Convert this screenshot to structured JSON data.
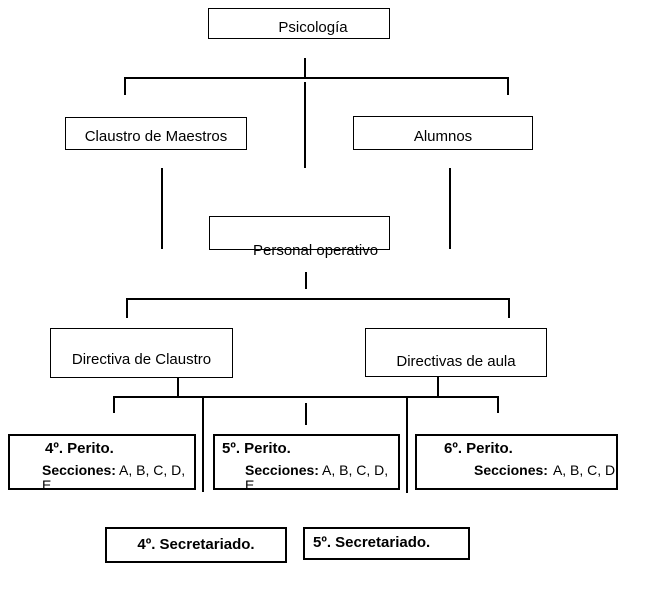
{
  "canvas": {
    "background": "#ffffff",
    "line_color": "#000000",
    "text_color": "#000000"
  },
  "nodes": {
    "psicologia": {
      "label": "Psicología"
    },
    "claustro_maestros": {
      "label": "Claustro de Maestros"
    },
    "alumnos": {
      "label": "Alumnos"
    },
    "personal_operativo": {
      "label": "Personal operativo"
    },
    "directiva_claustro": {
      "label": "Directiva de Claustro"
    },
    "directivas_aula": {
      "label": "Directivas de aula"
    },
    "perito4": {
      "title": "4º. Perito.",
      "secciones_label": "Secciones:",
      "secciones": " A, B, C, D, E"
    },
    "perito5": {
      "title": "5º. Perito.",
      "secciones_label": "Secciones:",
      "secciones": " A, B, C, D, E"
    },
    "perito6": {
      "title": "6º. Perito.",
      "secciones_label": "Secciones:",
      "secciones": "A, B, C, D"
    },
    "secretariado4": {
      "label": "4º. Secretariado."
    },
    "secretariado5": {
      "label": "5º. Secretariado."
    }
  }
}
